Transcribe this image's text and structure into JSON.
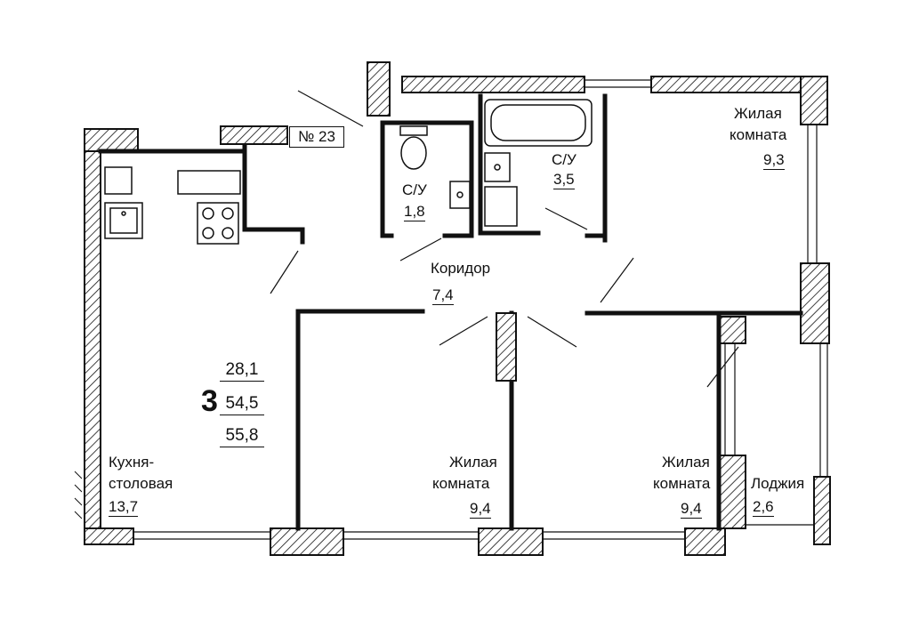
{
  "apartment": {
    "number_label": "№ 23",
    "rooms_count": "3",
    "areas": {
      "living": "28,1",
      "total_no_loggia": "54,5",
      "total": "55,8"
    }
  },
  "rooms": {
    "kitchen": {
      "name_line1": "Кухня-",
      "name_line2": "столовая",
      "area": "13,7"
    },
    "bath_small": {
      "name": "С/У",
      "area": "1,8"
    },
    "bath_large": {
      "name": "С/У",
      "area": "3,5"
    },
    "living_top_right": {
      "name_line1": "Жилая",
      "name_line2": "комната",
      "area": "9,3"
    },
    "corridor": {
      "name": "Коридор",
      "area": "7,4"
    },
    "living_middle": {
      "name_line1": "Жилая",
      "name_line2": "комната",
      "area": "9,4"
    },
    "living_bottom_right": {
      "name_line1": "Жилая",
      "name_line2": "комната",
      "area": "9,4"
    },
    "loggia": {
      "name": "Лоджия",
      "area": "2,6"
    }
  },
  "colors": {
    "wall": "#111111",
    "hatch": "#111111",
    "background": "#ffffff"
  }
}
